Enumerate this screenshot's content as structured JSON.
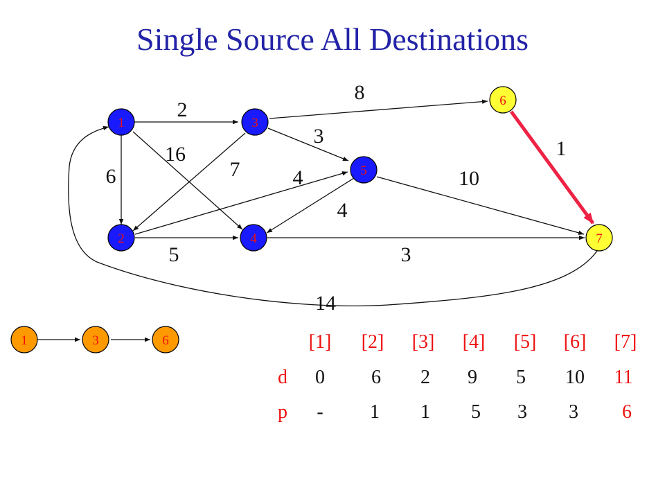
{
  "title": "Single Source All Destinations",
  "colors": {
    "node_blue": "#1a1aff",
    "node_yellow": "#ffff33",
    "node_orange": "#ff9900",
    "label_red": "#ee1111",
    "highlight_edge": "#ee2244",
    "edge_black": "#111111"
  },
  "graph": {
    "nodes": [
      {
        "id": "1",
        "label": "1",
        "color": "blue"
      },
      {
        "id": "2",
        "label": "2",
        "color": "blue"
      },
      {
        "id": "3",
        "label": "3",
        "color": "blue"
      },
      {
        "id": "4",
        "label": "4",
        "color": "blue"
      },
      {
        "id": "5",
        "label": "5",
        "color": "blue"
      },
      {
        "id": "6",
        "label": "6",
        "color": "yellow"
      },
      {
        "id": "7",
        "label": "7",
        "color": "yellow"
      }
    ],
    "edges": [
      {
        "from": "1",
        "to": "3",
        "weight": "2"
      },
      {
        "from": "1",
        "to": "2",
        "weight": "6"
      },
      {
        "from": "1",
        "to": "4",
        "weight": "16"
      },
      {
        "from": "3",
        "to": "6",
        "weight": "8"
      },
      {
        "from": "3",
        "to": "5",
        "weight": "3"
      },
      {
        "from": "3",
        "to": "2",
        "weight": "7"
      },
      {
        "from": "2",
        "to": "5",
        "weight": "4"
      },
      {
        "from": "5",
        "to": "4",
        "weight": "4"
      },
      {
        "from": "2",
        "to": "4",
        "weight": "5"
      },
      {
        "from": "5",
        "to": "7",
        "weight": "10"
      },
      {
        "from": "4",
        "to": "7",
        "weight": "3"
      },
      {
        "from": "7",
        "to": "1",
        "weight": "14"
      },
      {
        "from": "6",
        "to": "7",
        "weight": "1",
        "highlight": true
      }
    ]
  },
  "path": {
    "nodes": [
      "1",
      "3",
      "6"
    ]
  },
  "table": {
    "headers": [
      "[1]",
      "[2]",
      "[3]",
      "[4]",
      "[5]",
      "[6]",
      "[7]"
    ],
    "d": {
      "label": "d",
      "values": [
        "0",
        "6",
        "2",
        "9",
        "5",
        "10",
        "11"
      ],
      "highlight_index": 6
    },
    "p": {
      "label": "p",
      "values": [
        "-",
        "1",
        "1",
        "5",
        "3",
        "3",
        "6"
      ],
      "highlight_index": 6
    }
  }
}
